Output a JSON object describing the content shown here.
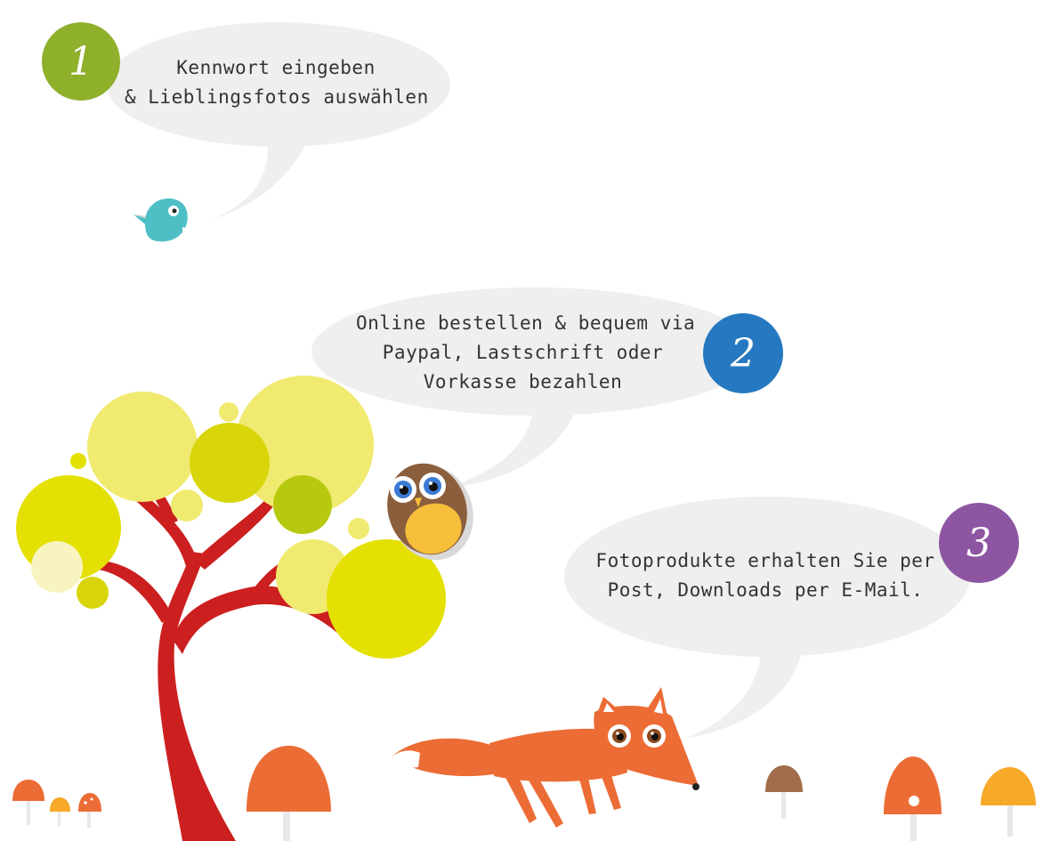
{
  "colors": {
    "bubble": "#efefef",
    "step1": "#8fb02b",
    "step2": "#2679c0",
    "step3": "#8e56a2",
    "tree_trunk": "#cc1f1f",
    "fox": "#ec6c36",
    "bird": "#4fbfc6"
  },
  "steps": [
    {
      "number": "1",
      "lines": [
        "Kennwort eingeben",
        "& Lieblingsfotos auswählen"
      ],
      "icon": "bird-icon"
    },
    {
      "number": "2",
      "lines": [
        "Online bestellen & bequem via",
        "Paypal, Lastschrift oder",
        "Vorkasse bezahlen"
      ],
      "icon": "owl-icon"
    },
    {
      "number": "3",
      "lines": [
        "Fotoprodukte erhalten Sie per",
        "Post, Downloads per E-Mail."
      ],
      "icon": "fox-icon"
    }
  ]
}
